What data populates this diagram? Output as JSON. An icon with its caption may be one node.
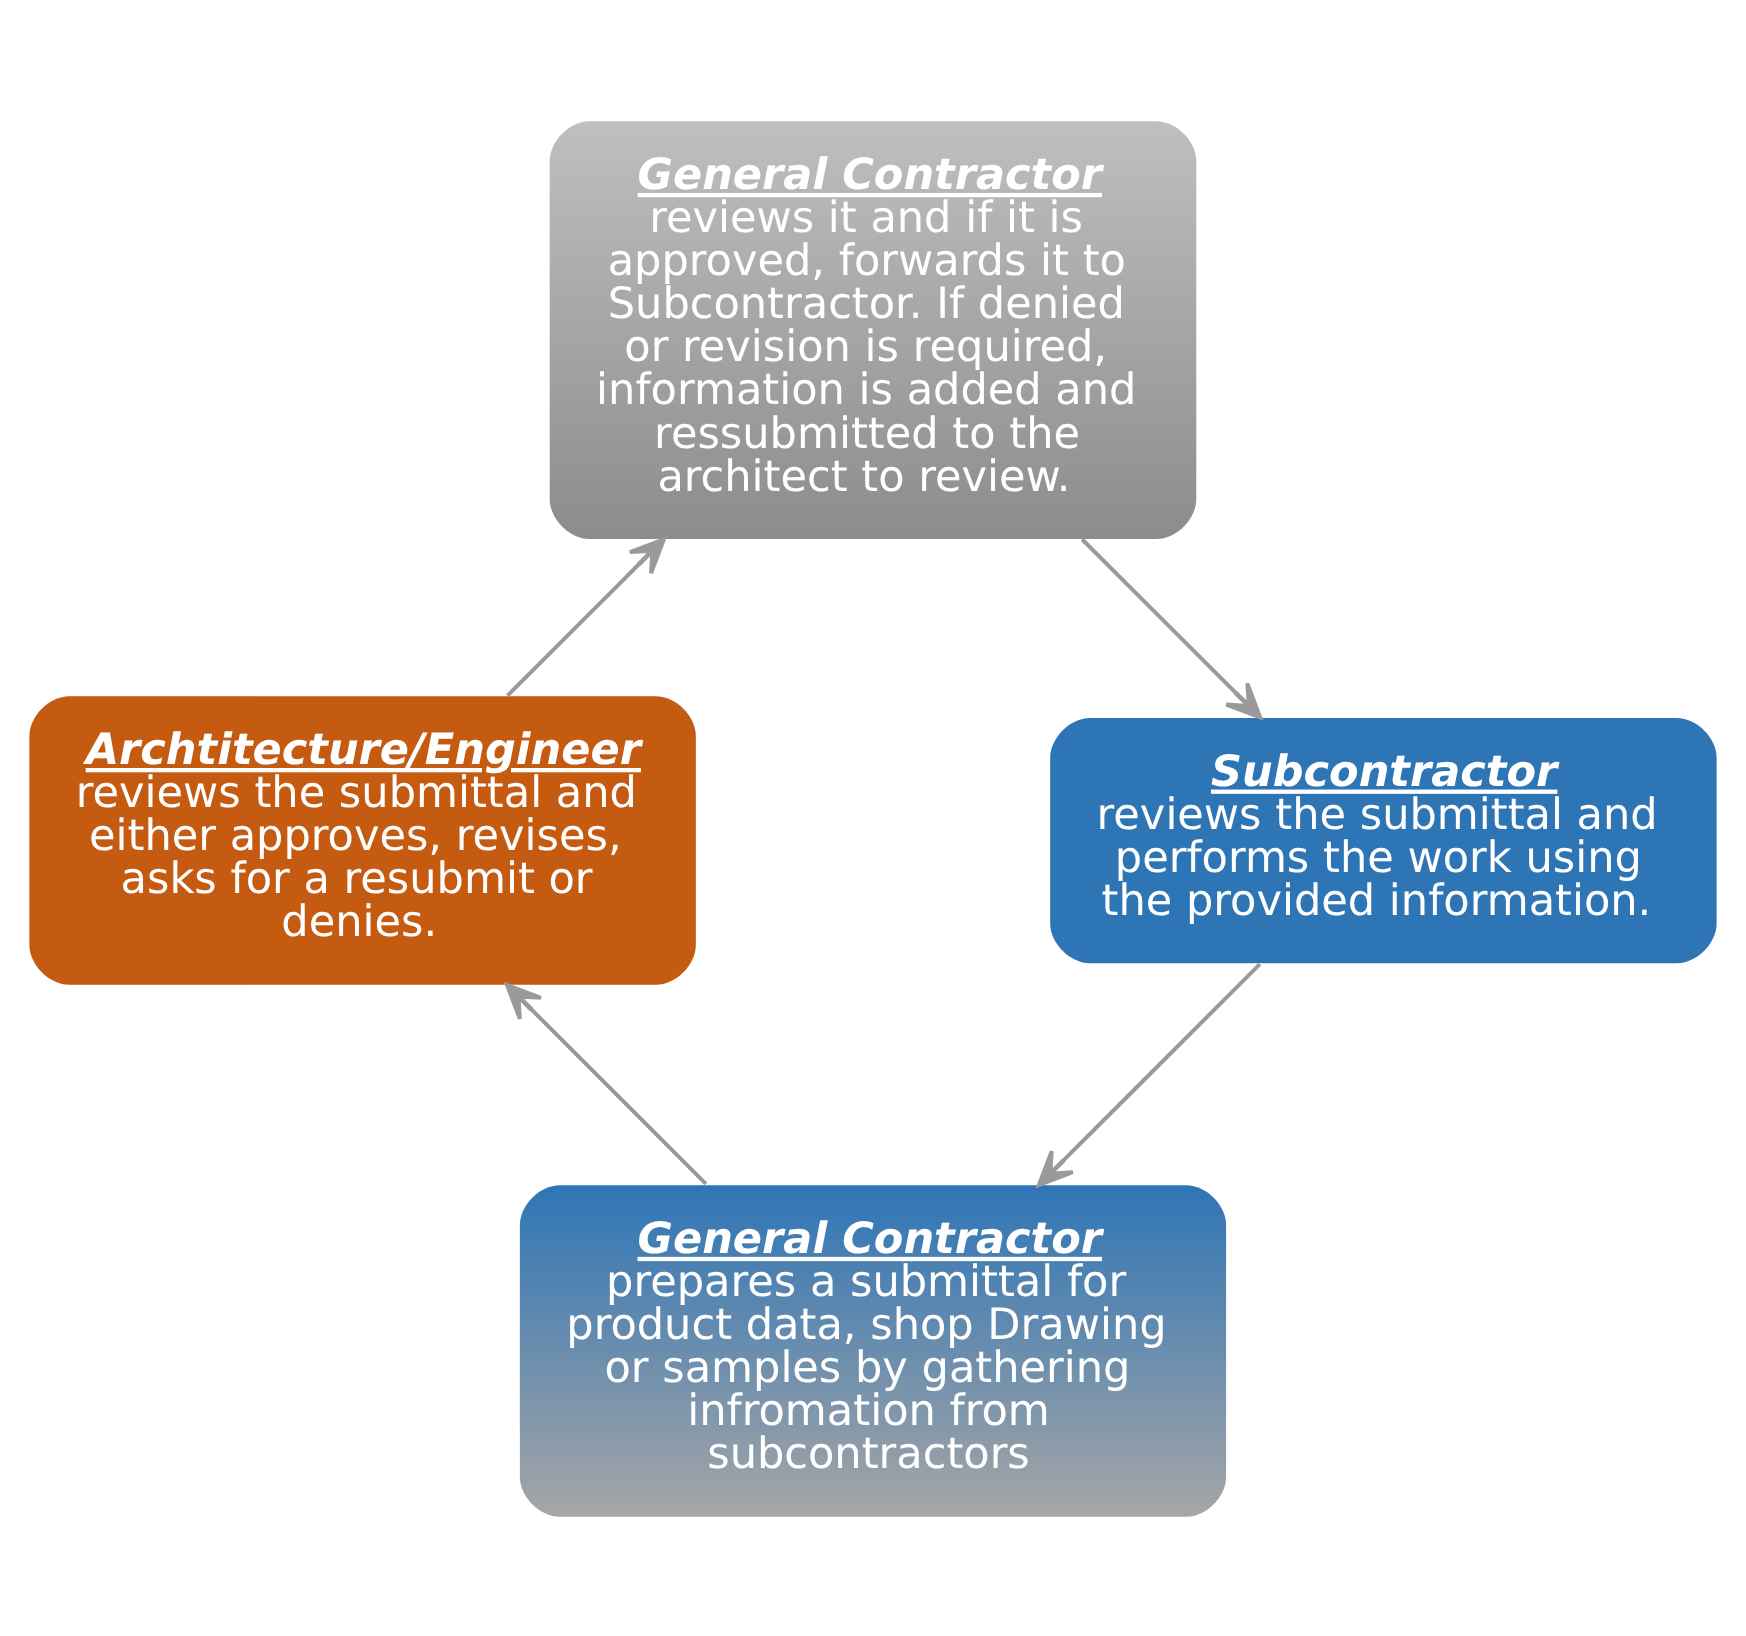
{
  "diagram": {
    "nodes": [
      {
        "text": [
          "General Contractor",
          "prepares a submittal for product data, shop Drawing or samples by gathering infromation from subcontractors"
        ]
      },
      {
        "text": [
          "Archtitecture/Engineer",
          "reviews the submittal and either approves, revises, asks for a resubmit or denies."
        ]
      },
      {
        "text": [
          "General Contractor",
          "reviews it and if it is approved, forwards it to Subcontractor. If denied or revision is required, information is added and ressubmitted to the architect to review."
        ]
      },
      {
        "text": [
          "Subcontractor",
          "reviews the submittal and performs the work using the provided information."
        ]
      }
    ],
    "edges": [
      {
        "from": 0,
        "to": 1,
        "arrow": "to"
      },
      {
        "from": 1,
        "to": 2,
        "arrow": "to"
      },
      {
        "from": 2,
        "to": 3,
        "arrow": "to"
      },
      {
        "from": 3,
        "to": 0,
        "arrow": "to"
      }
    ]
  }
}
